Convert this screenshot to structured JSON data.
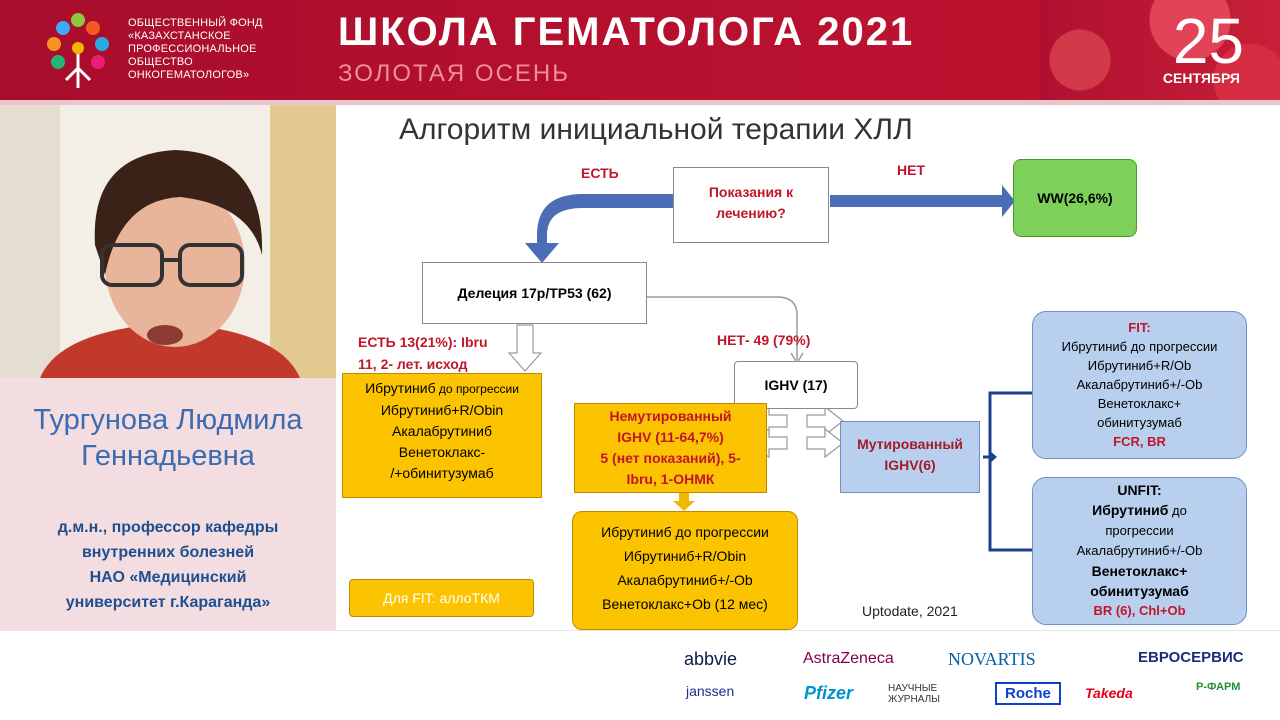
{
  "header": {
    "org_lines": [
      "ОБЩЕСТВЕННЫЙ ФОНД",
      "«КАЗАХСТАНСКОЕ",
      "ПРОФЕССИОНАЛЬНОЕ",
      "ОБЩЕСТВО",
      "ОНКОГЕМАТОЛОГОВ»"
    ],
    "title": "ШКОЛА ГЕМАТОЛОГА 2021",
    "subtitle": "ЗОЛОТАЯ ОСЕНЬ",
    "date_day": "25",
    "date_month": "СЕНТЯБРЯ"
  },
  "speaker": {
    "name_line1": "Тургунова Людмила",
    "name_line2": "Геннадьевна",
    "title_lines": [
      "д.м.н., профессор кафедры",
      "внутренних болезней",
      "НАО «Медицинский",
      "университет г.Караганда»"
    ]
  },
  "slide": {
    "title": "Алгоритм инициальной терапии ХЛЛ",
    "indication": [
      "Показания к",
      "лечению?"
    ],
    "yes_label": "ЕСТЬ",
    "no_label": "НЕТ",
    "ww": "WW(26,6%)",
    "deletion": "Делеция 17p/TP53 (62)",
    "del_yes": [
      "ЕСТЬ   13(21%): Ibru",
      "11, 2- лет. исход"
    ],
    "del_no": "НЕТ- 49 (79%)",
    "ighv": "IGHV (17)",
    "left_therapy": [
      {
        "b": "Ибрутиниб",
        "s": " до прогрессии"
      },
      {
        "b": "Ибрутиниб+R/Obin",
        "s": ""
      },
      {
        "b": "Акалабрутиниб",
        "s": ""
      },
      {
        "b": "Венетоклакс-",
        "s": ""
      },
      {
        "b": "/+обинитузумаб",
        "s": ""
      }
    ],
    "unmutated": [
      "Немутированный",
      "IGHV (11-64,7%)",
      "5 (нет показаний), 5-",
      "Ibru, 1-ОНМК"
    ],
    "unmutated_therapy": [
      "Ибрутиниб до прогрессии",
      "Ибрутиниб+R/Obin",
      "Акалабрутиниб+/-Ob",
      "Венетоклакс+Ob (12 мес)"
    ],
    "mutated": [
      "Мутированный",
      "IGHV(6)"
    ],
    "fit": {
      "head": "FIT:",
      "lines": [
        "Ибрутиниб  до прогрессии",
        "Ибрутиниб+R/Ob",
        "Акалабрутиниб+/-Ob",
        "Венетоклакс+",
        "обинитузумаб"
      ],
      "foot": "FCR, BR"
    },
    "unfit": {
      "head": "UNFIT:",
      "l1b": "Ибрутиниб",
      "l1s": " до",
      "l2": "прогрессии",
      "l3": "Акалабрутиниб+/-Ob",
      "l4": "Венетоклакс+",
      "l5": "обинитузумаб",
      "foot1": "BR (6)",
      "foot2": "Chl+Ob"
    },
    "allo": "Для FIT: аллоТКМ",
    "source": "Uptodate, 2021"
  },
  "sponsors": [
    "abbvie",
    "AstraZeneca",
    "NOVARTIS",
    "ЕВРОСЕРВИС",
    "janssen",
    "Pfizer",
    "НАУЧНЫЕ ЖУРНАЛЫ",
    "Roche",
    "Takeda",
    "Р-ФАРМ"
  ]
}
